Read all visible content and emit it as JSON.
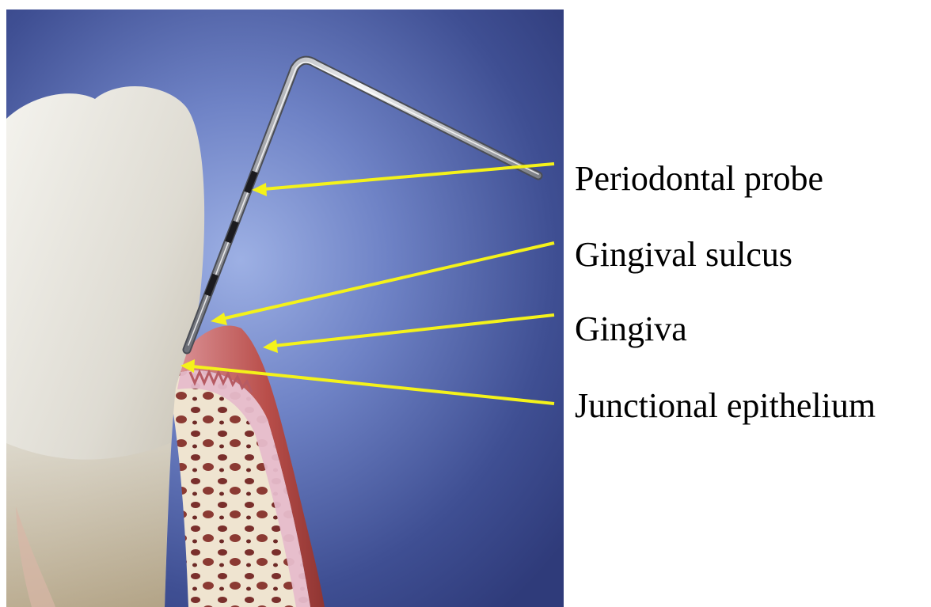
{
  "labels": {
    "probe": "Periodontal probe",
    "sulcus": "Gingival sulcus",
    "gingiva": "Gingiva",
    "junctional": "Junctional epithelium"
  },
  "colors": {
    "background_top": "#3b4a8a",
    "background_glow": "#8a9fd8",
    "tooth_enamel": "#e8e6df",
    "tooth_root": "#b9a98a",
    "gingiva_outer": "#b24c47",
    "gingiva_inner": "#e2b7c6",
    "bone": "#efe4d0",
    "probe_metal": "#c9ccd2",
    "arrow": "#f4f21a",
    "label_text": "#000000"
  }
}
